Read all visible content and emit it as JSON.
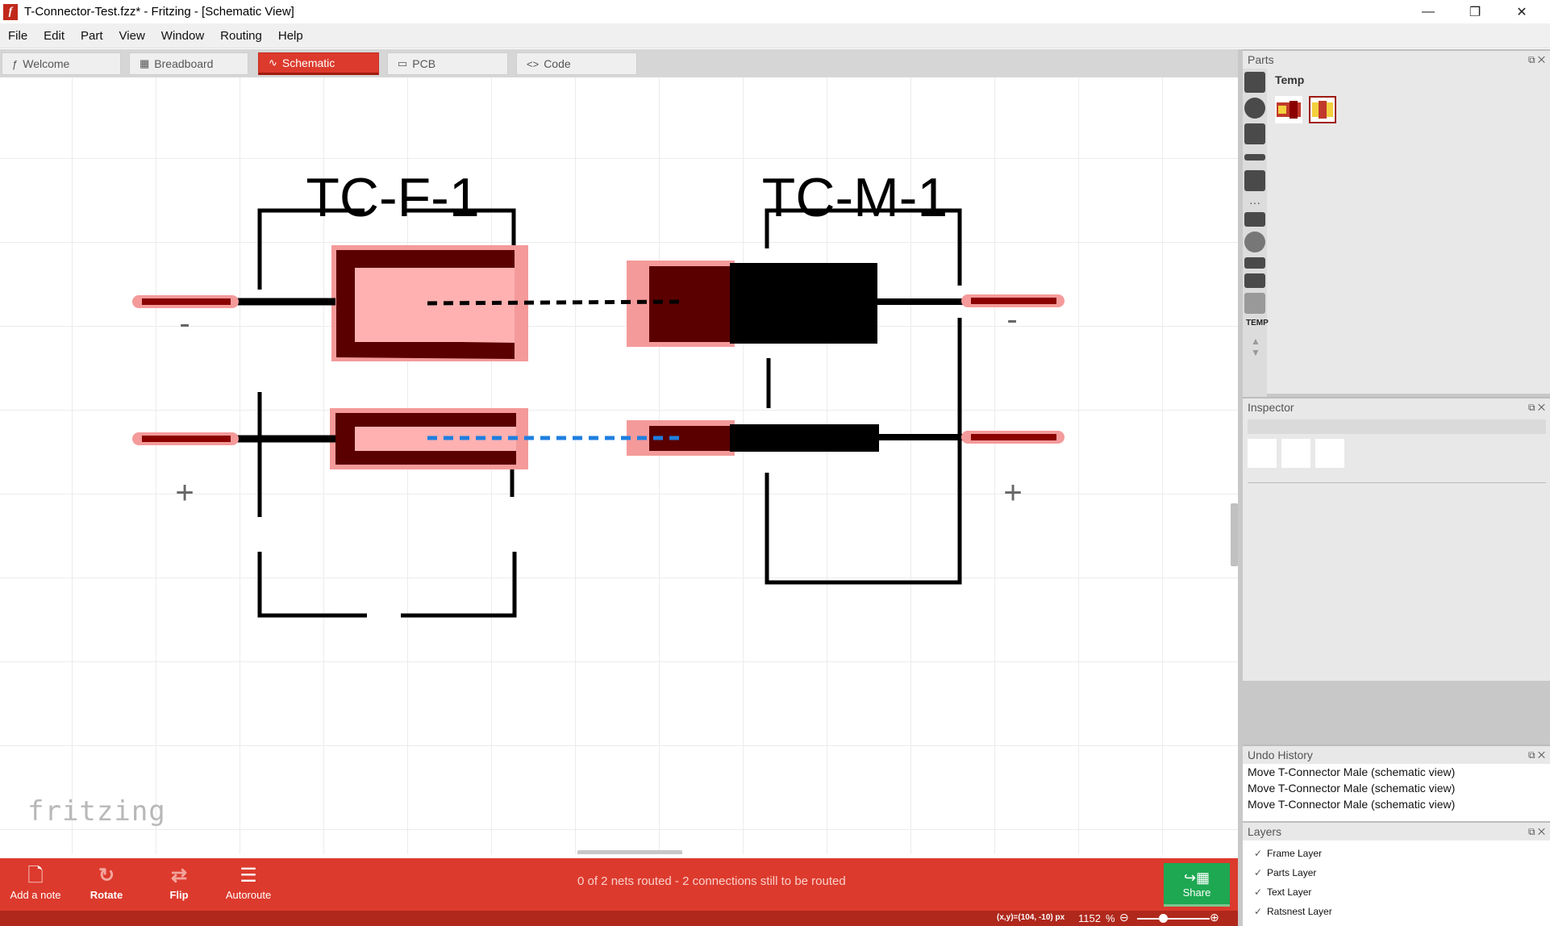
{
  "window": {
    "title": "T-Connector-Test.fzz* - Fritzing - [Schematic View]",
    "app_icon": "f",
    "minimize_icon": "—",
    "restore_icon": "❐",
    "close_icon": "✕"
  },
  "menu": [
    "File",
    "Edit",
    "Part",
    "View",
    "Window",
    "Routing",
    "Help"
  ],
  "tabs": [
    {
      "label": "Welcome",
      "icon": "ƒ"
    },
    {
      "label": "Breadboard",
      "icon": "▦"
    },
    {
      "label": "Schematic",
      "icon": "∿"
    },
    {
      "label": "PCB",
      "icon": "▭"
    },
    {
      "label": "Code",
      "icon": "<>"
    }
  ],
  "schematic": {
    "part1_label": "TC-F-1",
    "part2_label": "TC-M-1",
    "pin_minus": "-",
    "pin_plus": "+",
    "watermark": "fritzing"
  },
  "parts_panel": {
    "title": "Parts",
    "bin_title": "Temp",
    "temp_label": "TEMP",
    "up_arrow": "▲",
    "down_arrow": "▼"
  },
  "inspector": {
    "title": "Inspector"
  },
  "undo_history": {
    "title": "Undo History",
    "items": [
      "Move T-Connector Male (schematic view)",
      "Move T-Connector Male (schematic view)",
      "Move T-Connector Male (schematic view)"
    ]
  },
  "layers": {
    "title": "Layers",
    "items": [
      "Frame Layer",
      "Parts Layer",
      "Text Layer",
      "Ratsnest Layer"
    ]
  },
  "toolbar": {
    "add_note": "Add a note",
    "rotate": "Rotate",
    "flip": "Flip",
    "autoroute": "Autoroute",
    "routing_status": "0 of 2 nets routed - 2 connections still to be routed",
    "share": "Share"
  },
  "statusbar": {
    "coords": "(x,y)=(104, -10) px",
    "zoom": "1152",
    "zoom_unit": "%",
    "zoom_out_icon": "⊖",
    "zoom_in_icon": "⊕"
  },
  "colors": {
    "accent": "#dc3a2c",
    "share_green": "#1ea852",
    "pin_highlight": "#f49a9a",
    "pin_dark": "#5a0000",
    "ratsnest_blue": "#1f7fe0"
  }
}
